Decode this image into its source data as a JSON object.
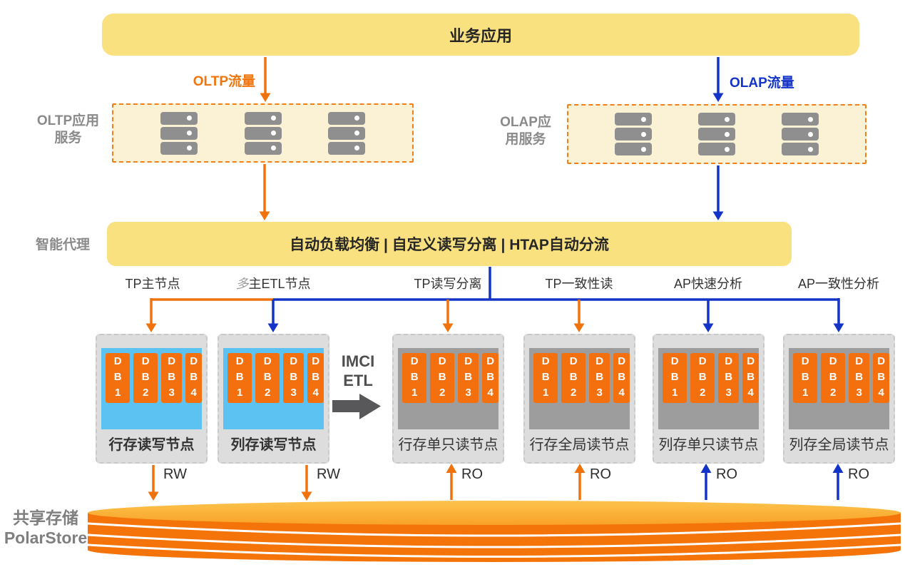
{
  "colors": {
    "orange_accent": "#F0720D",
    "blue_accent": "#1434C8",
    "bar_yellow": "#FAE180",
    "cluster_cream": "#FBF2D6",
    "tile_orange": "#F4700F",
    "panel_blue": "#5BC2F2",
    "panel_gray": "#9D9D9D",
    "storage_orange": "#F5740A"
  },
  "top_bar": {
    "label": "业务应用"
  },
  "traffic": {
    "oltp_label": "OLTP流量",
    "olap_label": "OLAP流量"
  },
  "clusters": {
    "oltp": {
      "side_label_line1": "OLTP应用",
      "side_label_line2": "服务"
    },
    "olap": {
      "side_label_line1": "OLAP应",
      "side_label_line2": "用服务"
    }
  },
  "proxy": {
    "side_label": "智能代理",
    "label": "自动负载均衡 | 自定义读写分离 | HTAP自动分流"
  },
  "branches": [
    {
      "label": "TP主节点"
    },
    {
      "prefix": "多",
      "label": "主ETL节点"
    },
    {
      "label": "TP读写分离"
    },
    {
      "label": "TP一致性读"
    },
    {
      "label": "AP快速分析"
    },
    {
      "label": "AP一致性分析"
    }
  ],
  "imci": {
    "line1": "IMCI",
    "line2": "ETL"
  },
  "db_tiles": [
    [
      "D",
      "B",
      "1"
    ],
    [
      "D",
      "B",
      "2"
    ],
    [
      "D",
      "B",
      "3"
    ],
    [
      "D",
      "B",
      "4"
    ]
  ],
  "nodes": [
    {
      "label": "行存读写节点",
      "io": "RW"
    },
    {
      "label": "列存读写节点",
      "io": "RW"
    },
    {
      "label": "行存单只读节点",
      "io": "RO"
    },
    {
      "label": "行存全局读节点",
      "io": "RO"
    },
    {
      "label": "列存单只读节点",
      "io": "RO"
    },
    {
      "label": "列存全局读节点",
      "io": "RO"
    }
  ],
  "storage": {
    "label_line1": "共享存储",
    "label_line2": "PolarStore"
  }
}
